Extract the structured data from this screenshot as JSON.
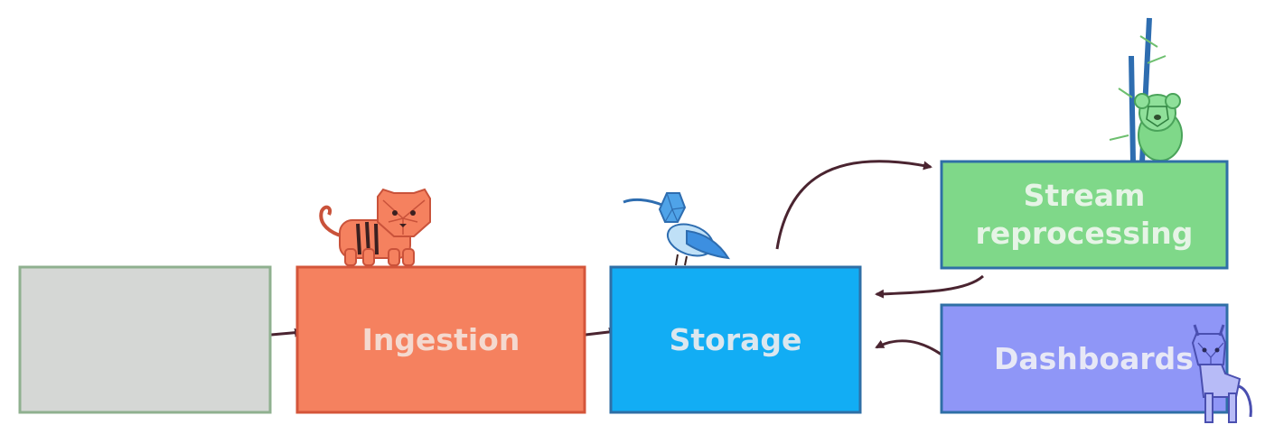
{
  "diagram": {
    "boxes": [
      {
        "id": "source",
        "label": "",
        "fill": "#d5d7d5",
        "border": "#8fb08f",
        "label_color": "#f1f1f1"
      },
      {
        "id": "ingestion",
        "label": "Ingestion",
        "fill": "#f5815f",
        "border": "#d4553a",
        "label_color": "#f4d9cf"
      },
      {
        "id": "storage",
        "label": "Storage",
        "fill": "#12adf4",
        "border": "#2f6fa6",
        "label_color": "#dbe7ef"
      },
      {
        "id": "stream",
        "label": "Stream\nreprocessing",
        "fill": "#7fd889",
        "border": "#2f6fa6",
        "label_color": "#e6f4e6"
      },
      {
        "id": "dashboards",
        "label": "Dashboards",
        "fill": "#8f96f7",
        "border": "#2f6fa6",
        "label_color": "#e7e8f6"
      }
    ],
    "mascots": [
      {
        "id": "tiger",
        "icon": "tiger-mascot",
        "color": "#f5815f"
      },
      {
        "id": "hummingbird",
        "icon": "hummingbird-mascot",
        "color": "#3d8fe0"
      },
      {
        "id": "koala",
        "icon": "koala-mascot",
        "color": "#7fd889"
      },
      {
        "id": "llama",
        "icon": "llama-mascot",
        "color": "#8f96f7"
      }
    ],
    "arrow_color": "#4a2430"
  }
}
